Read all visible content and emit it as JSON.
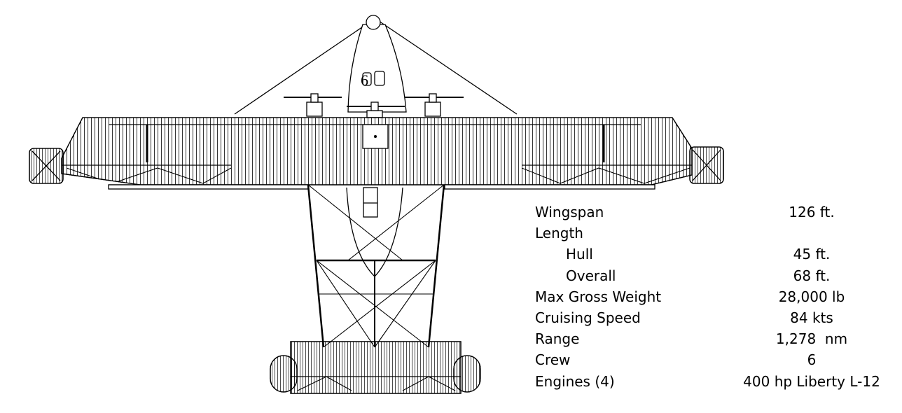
{
  "specs": [
    {
      "label": "Wingspan",
      "value": "126 ft.",
      "indent": false
    },
    {
      "label": "Length",
      "value": "",
      "indent": false
    },
    {
      "label": "Hull",
      "value": "45 ft.",
      "indent": true
    },
    {
      "label": "Overall",
      "value": "68 ft.",
      "indent": true
    },
    {
      "label": "Max Gross Weight",
      "value": "28,000 lb",
      "indent": false
    },
    {
      "label": "Cruising Speed",
      "value": "84 kts",
      "indent": false
    },
    {
      "label": "Range",
      "value": "1,278  nm",
      "indent": false
    },
    {
      "label": "Crew",
      "value": "6",
      "indent": false
    },
    {
      "label": "Engines (4)",
      "value": "400 hp Liberty L-12",
      "indent": false
    }
  ]
}
